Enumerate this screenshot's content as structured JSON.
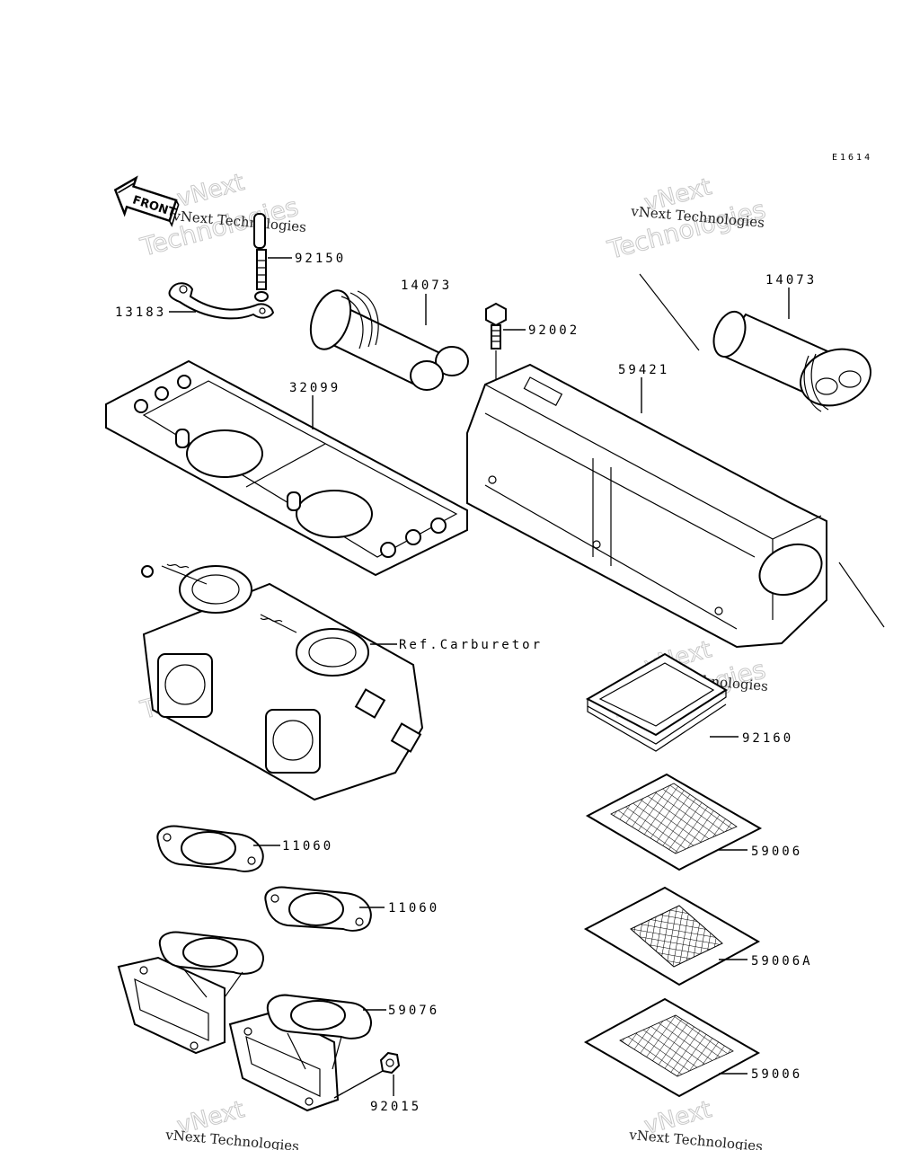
{
  "diagram_code": "E1614",
  "front_label": "FRONT",
  "watermark": {
    "line1": "vNext",
    "line2": "Technologies",
    "small": "vNext Technologies"
  },
  "parts": {
    "p92150": "92150",
    "p13183": "13183",
    "p14073_left": "14073",
    "p92002": "92002",
    "p14073_right": "14073",
    "p32099": "32099",
    "p59421": "59421",
    "ref_carburetor": "Ref.Carburetor",
    "p92160": "92160",
    "p59006_top": "59006",
    "p11060_upper": "11060",
    "p59006A": "59006A",
    "p11060_lower": "11060",
    "p59076": "59076",
    "p59006_bottom": "59006",
    "p92015": "92015"
  }
}
